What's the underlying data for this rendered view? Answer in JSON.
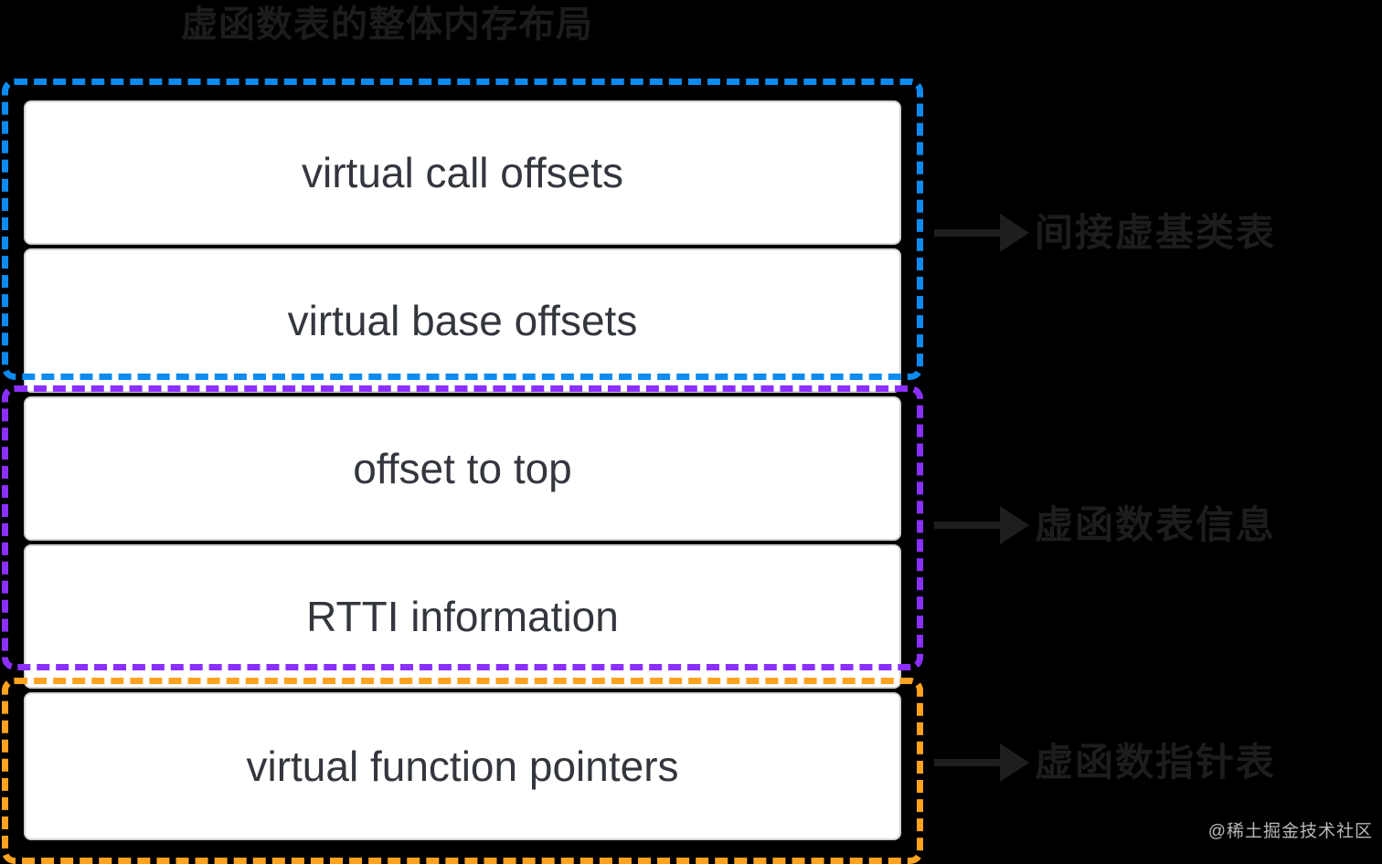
{
  "title": "虚函数表的整体内存布局",
  "colors": {
    "background": "#000000",
    "box_fill": "#ffffff",
    "box_border": "#d2d2d2",
    "box_text": "#33373d",
    "group_blue": "#0d8bf0",
    "group_purple": "#8b2fff",
    "group_orange": "#ffa21f",
    "annotation_text": "#1d1d1d",
    "watermark_text": "#b9b9b9"
  },
  "boxes": [
    {
      "id": "virtual-call-offsets",
      "label": "virtual call offsets"
    },
    {
      "id": "virtual-base-offsets",
      "label": "virtual base offsets"
    },
    {
      "id": "offset-to-top",
      "label": "offset to top"
    },
    {
      "id": "rtti-information",
      "label": "RTTI information"
    },
    {
      "id": "virtual-function-pointers",
      "label": "virtual function pointers"
    }
  ],
  "groups": [
    {
      "id": "vcall-vbase",
      "color": "#0d8bf0",
      "members": [
        "virtual call offsets",
        "virtual base offsets"
      ],
      "annotation": "间接虚基类表"
    },
    {
      "id": "offset-rtti",
      "color": "#8b2fff",
      "members": [
        "offset to top",
        "RTTI information"
      ],
      "annotation": "虚函数表信息"
    },
    {
      "id": "vfunc-ptrs",
      "color": "#ffa21f",
      "members": [
        "virtual function pointers"
      ],
      "annotation": "虚函数指针表"
    }
  ],
  "annotations": {
    "arrow_icon": "right-arrow-icon",
    "vbase": "间接虚基类表",
    "typeinfo": "虚函数表信息",
    "vfunc": "虚函数指针表"
  },
  "watermark": "@稀土掘金技术社区"
}
